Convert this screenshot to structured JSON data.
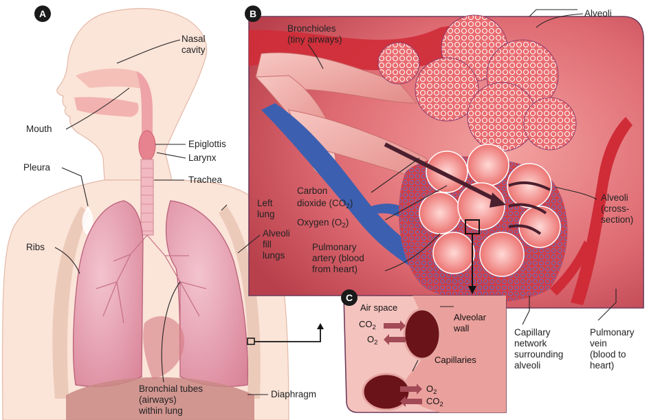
{
  "panels": {
    "a": {
      "badge": "A"
    },
    "b": {
      "badge": "B"
    },
    "c": {
      "badge": "C"
    }
  },
  "labels_a": {
    "nasal_cavity": [
      "Nasal",
      "cavity"
    ],
    "mouth": "Mouth",
    "epiglottis": "Epiglottis",
    "larynx": "Larynx",
    "trachea": "Trachea",
    "pleura": "Pleura",
    "left_lung": [
      "Left",
      "lung"
    ],
    "alveoli_fill": [
      "Alveoli",
      "fill",
      "lungs"
    ],
    "ribs": "Ribs",
    "bronchial_tubes": [
      "Bronchial tubes",
      "(airways)",
      "within lung"
    ],
    "diaphragm": "Diaphragm"
  },
  "labels_b": {
    "bronchioles": [
      "Bronchioles",
      "(tiny airways)"
    ],
    "alveoli": "Alveoli",
    "co2": [
      "Carbon",
      "dioxide (CO",
      "2",
      ")"
    ],
    "o2": [
      "Oxygen (O",
      "2",
      ")"
    ],
    "pulmonary_artery": [
      "Pulmonary",
      "artery (blood",
      "from heart)"
    ],
    "alveoli_cross": [
      "Alveoli",
      "(cross-",
      "section)"
    ],
    "capillary_network": [
      "Capillary",
      "network",
      "surrounding",
      "alveoli"
    ],
    "pulmonary_vein": [
      "Pulmonary",
      "vein",
      "(blood to",
      "heart)"
    ]
  },
  "labels_c": {
    "air_space": "Air space",
    "alveolar_wall": [
      "Alveolar",
      "wall"
    ],
    "co2_out": [
      "CO",
      "2"
    ],
    "o2_in": [
      "O",
      "2"
    ],
    "capillaries": "Capillaries",
    "o2_bottom": [
      "O",
      "2"
    ],
    "co2_bottom": [
      "CO",
      "2"
    ]
  },
  "colors": {
    "skin": "#fbe4d8",
    "lung": "#e7a6b6",
    "panel_b_bg": "#d9606a",
    "artery_blue": "#3d5fb0",
    "vessel_red": "#d8323c",
    "badge": "#1a1a1a"
  }
}
